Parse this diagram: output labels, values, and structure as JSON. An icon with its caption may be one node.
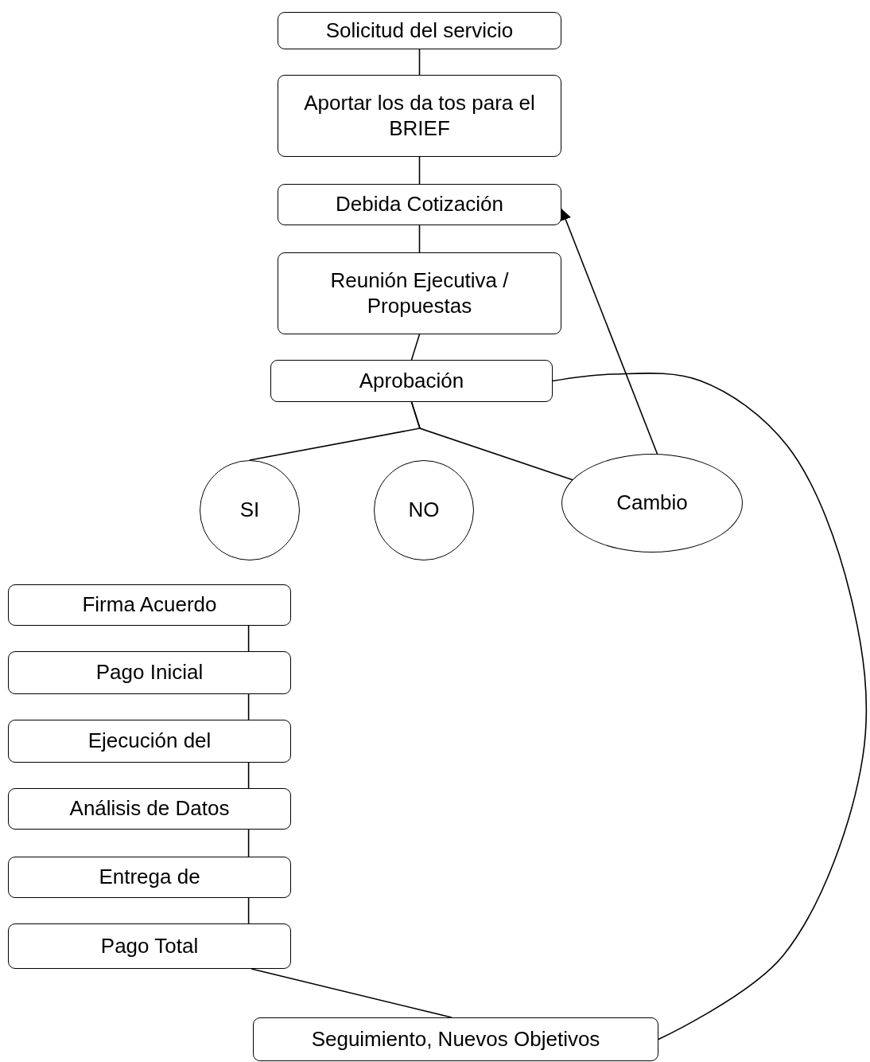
{
  "diagram": {
    "nodes": [
      {
        "text": [
          "Solicitud del servicio"
        ]
      },
      {
        "text": [
          "Aportar los da tos para el BRIEF"
        ]
      },
      {
        "text": [
          "Debida Cotización"
        ]
      },
      {
        "text": [
          "Reunión Ejecutiva / Propuestas"
        ]
      },
      {
        "text": [
          "Aprobación"
        ]
      },
      {
        "text": [
          "SI"
        ]
      },
      {
        "text": [
          "NO"
        ]
      },
      {
        "text": [
          "Cambio"
        ]
      },
      {
        "text": [
          "Firma Acuerdo"
        ]
      },
      {
        "text": [
          "Pago Inicial"
        ]
      },
      {
        "text": [
          "Ejecución del"
        ]
      },
      {
        "text": [
          "Análisis de Datos"
        ]
      },
      {
        "text": [
          "Entrega de"
        ]
      },
      {
        "text": [
          "Pago Total"
        ]
      },
      {
        "text": [
          "Seguimiento, Nuevos Objetivos"
        ]
      }
    ],
    "edges": [
      {
        "from": 0,
        "to": 1,
        "arrow": "none"
      },
      {
        "from": 1,
        "to": 2,
        "arrow": "none"
      },
      {
        "from": 2,
        "to": 3,
        "arrow": "none"
      },
      {
        "from": 3,
        "to": 4,
        "arrow": "none"
      },
      {
        "from": 4,
        "to": 5,
        "arrow": "none"
      },
      {
        "from": 4,
        "to": 7,
        "arrow": "none"
      },
      {
        "from": 7,
        "to": 2,
        "arrow": "to"
      },
      {
        "from": 8,
        "to": 9,
        "arrow": "none"
      },
      {
        "from": 9,
        "to": 10,
        "arrow": "none"
      },
      {
        "from": 10,
        "to": 11,
        "arrow": "none"
      },
      {
        "from": 11,
        "to": 12,
        "arrow": "none"
      },
      {
        "from": 12,
        "to": 13,
        "arrow": "none"
      },
      {
        "from": 13,
        "to": 14,
        "arrow": "none"
      },
      {
        "from": 14,
        "to": 4,
        "arrow": "none"
      }
    ]
  }
}
